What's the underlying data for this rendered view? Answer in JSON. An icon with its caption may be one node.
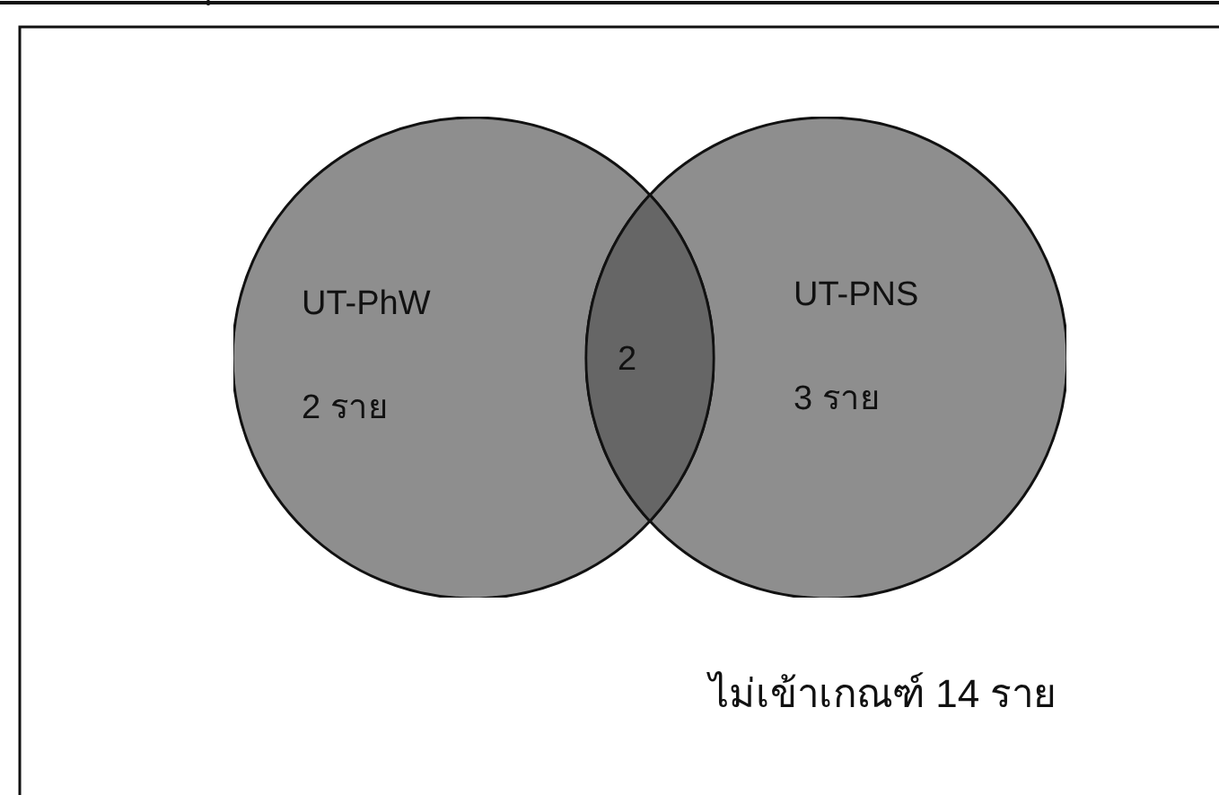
{
  "diagram": {
    "nodes": [
      {
        "text": [
          "UT-PhW",
          "2 ราย"
        ]
      },
      {
        "text": [
          "UT-PNS",
          "3 ราย"
        ]
      },
      {
        "text": [
          "2"
        ]
      }
    ],
    "labels": [
      "ไม่เข้าเกณฑ์ 14 ราย"
    ]
  }
}
